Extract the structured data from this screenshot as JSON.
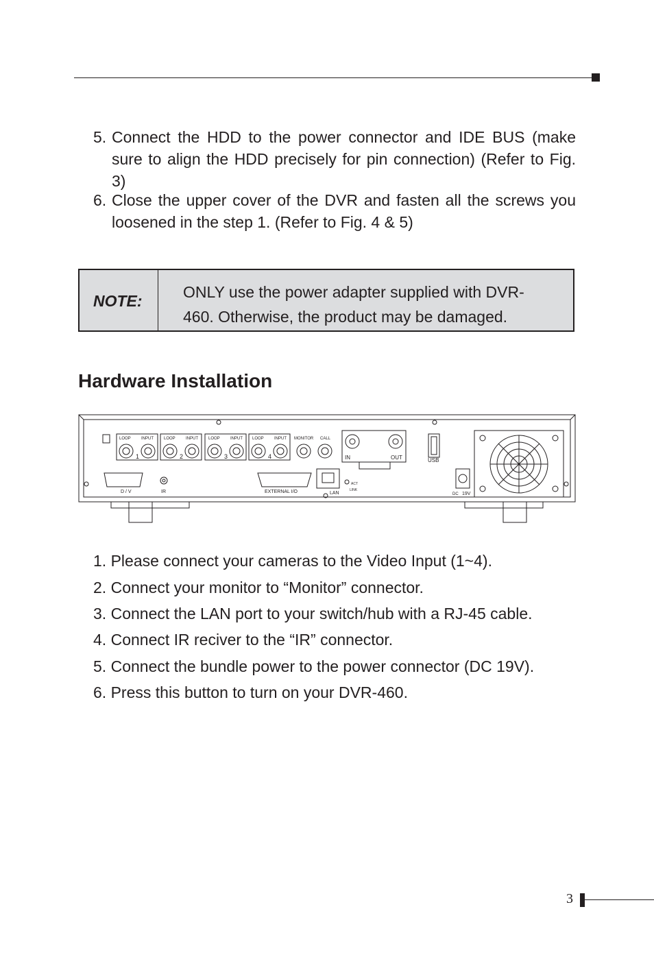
{
  "steps": [
    {
      "num": "5.",
      "text": "Connect the HDD to the power connector and IDE BUS (make sure to align the HDD precisely for pin connection) (Refer to Fig. 3)"
    },
    {
      "num": "6.",
      "text": "Close the upper cover of the DVR and fasten all the screws you loosened in the step 1. (Refer to Fig. 4 & 5)"
    }
  ],
  "note": {
    "label": "NOTE:",
    "text": "ONLY use the power adapter supplied with DVR-460. Otherwise, the product may be damaged."
  },
  "section_title": "Hardware Installation",
  "diagram": {
    "labels": {
      "loop": "LOOP",
      "input": "INPUT",
      "monitor": "MONITOR",
      "call": "CALL",
      "ch1": "1",
      "ch2": "2",
      "ch3": "3",
      "ch4": "4",
      "in": "IN",
      "out": "OUT",
      "usb": "USB",
      "dv": "D / V",
      "ir": "IR",
      "external_io": "EXTERNAL I/O",
      "lan": "LAN",
      "link": "LINK",
      "act": "ACT",
      "dc": "DC",
      "volt": "19V"
    }
  },
  "instructions": [
    {
      "num": "1.",
      "text": "Please connect your cameras to the Video Input (1~4)."
    },
    {
      "num": "2.",
      "text": "Connect your monitor to “Monitor” connector."
    },
    {
      "num": "3.",
      "text": "Connect the LAN port to your switch/hub with a RJ-45 cable."
    },
    {
      "num": "4.",
      "text": "Connect IR reciver to the “IR” connector."
    },
    {
      "num": "5.",
      "text": "Connect the bundle power to the power connector (DC 19V)."
    },
    {
      "num": "6.",
      "text": "Press this button to turn on your DVR-460."
    }
  ],
  "page_number": "3"
}
